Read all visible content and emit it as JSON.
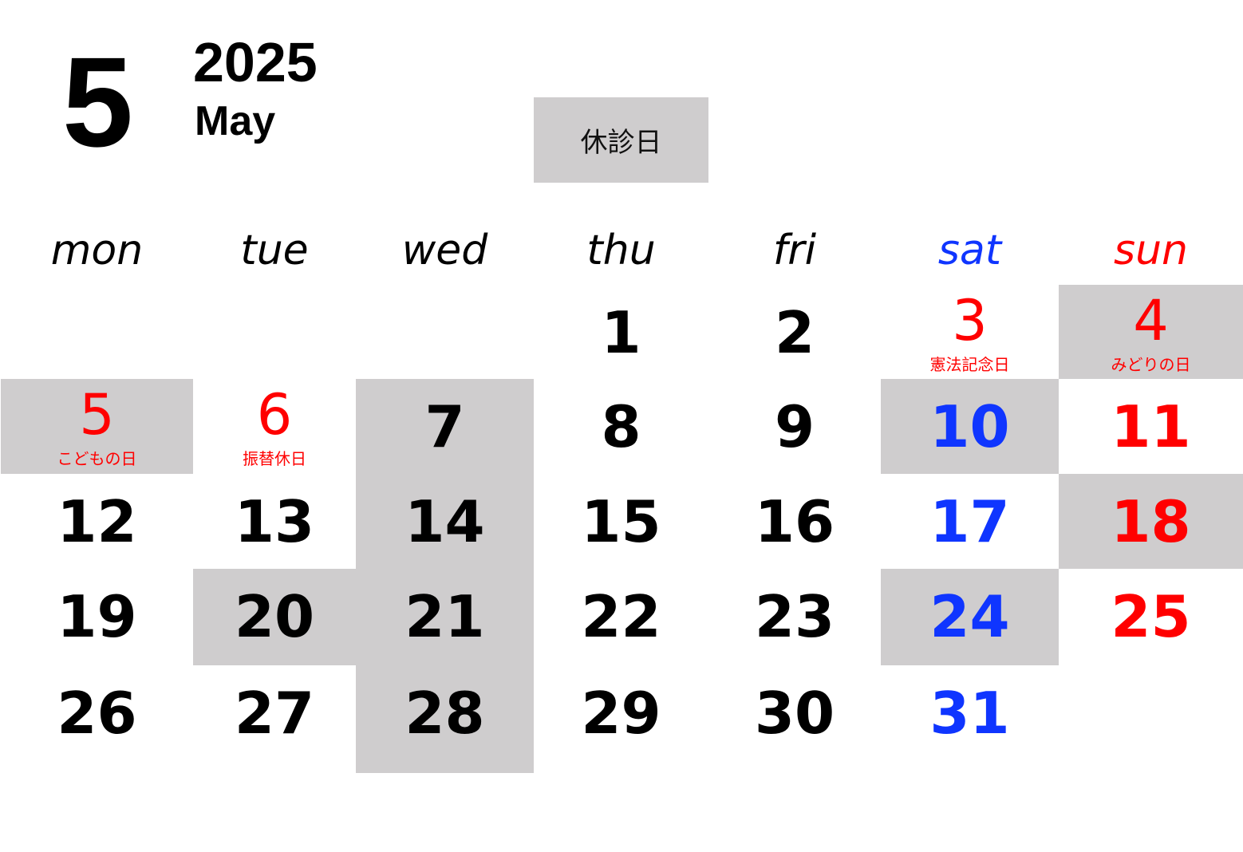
{
  "header": {
    "month_number": "5",
    "year": "2025",
    "month_name": "May",
    "legend_label": "休診日"
  },
  "colors": {
    "weekday": "#000000",
    "saturday": "#0f35ff",
    "sunday_holiday": "#ff0000",
    "closed_background": "#cfcdce"
  },
  "weekdays": [
    {
      "label": "mon",
      "tone": "weekday"
    },
    {
      "label": "tue",
      "tone": "weekday"
    },
    {
      "label": "wed",
      "tone": "weekday"
    },
    {
      "label": "thu",
      "tone": "weekday"
    },
    {
      "label": "fri",
      "tone": "weekday"
    },
    {
      "label": "sat",
      "tone": "saturday"
    },
    {
      "label": "sun",
      "tone": "sunday_holiday"
    }
  ],
  "days": [
    {
      "day": "1",
      "week": 0,
      "dow": 3,
      "tone": "weekday",
      "closed": false,
      "holiday": ""
    },
    {
      "day": "2",
      "week": 0,
      "dow": 4,
      "tone": "weekday",
      "closed": false,
      "holiday": ""
    },
    {
      "day": "3",
      "week": 0,
      "dow": 5,
      "tone": "sunday_holiday",
      "closed": false,
      "holiday": "憲法記念日"
    },
    {
      "day": "4",
      "week": 0,
      "dow": 6,
      "tone": "sunday_holiday",
      "closed": true,
      "holiday": "みどりの日"
    },
    {
      "day": "5",
      "week": 1,
      "dow": 0,
      "tone": "sunday_holiday",
      "closed": true,
      "holiday": "こどもの日"
    },
    {
      "day": "6",
      "week": 1,
      "dow": 1,
      "tone": "sunday_holiday",
      "closed": false,
      "holiday": "振替休日"
    },
    {
      "day": "7",
      "week": 1,
      "dow": 2,
      "tone": "weekday",
      "closed": true,
      "holiday": ""
    },
    {
      "day": "8",
      "week": 1,
      "dow": 3,
      "tone": "weekday",
      "closed": false,
      "holiday": ""
    },
    {
      "day": "9",
      "week": 1,
      "dow": 4,
      "tone": "weekday",
      "closed": false,
      "holiday": ""
    },
    {
      "day": "10",
      "week": 1,
      "dow": 5,
      "tone": "saturday",
      "closed": true,
      "holiday": ""
    },
    {
      "day": "11",
      "week": 1,
      "dow": 6,
      "tone": "sunday_holiday",
      "closed": false,
      "holiday": ""
    },
    {
      "day": "12",
      "week": 2,
      "dow": 0,
      "tone": "weekday",
      "closed": false,
      "holiday": ""
    },
    {
      "day": "13",
      "week": 2,
      "dow": 1,
      "tone": "weekday",
      "closed": false,
      "holiday": ""
    },
    {
      "day": "14",
      "week": 2,
      "dow": 2,
      "tone": "weekday",
      "closed": true,
      "holiday": ""
    },
    {
      "day": "15",
      "week": 2,
      "dow": 3,
      "tone": "weekday",
      "closed": false,
      "holiday": ""
    },
    {
      "day": "16",
      "week": 2,
      "dow": 4,
      "tone": "weekday",
      "closed": false,
      "holiday": ""
    },
    {
      "day": "17",
      "week": 2,
      "dow": 5,
      "tone": "saturday",
      "closed": false,
      "holiday": ""
    },
    {
      "day": "18",
      "week": 2,
      "dow": 6,
      "tone": "sunday_holiday",
      "closed": true,
      "holiday": ""
    },
    {
      "day": "19",
      "week": 3,
      "dow": 0,
      "tone": "weekday",
      "closed": false,
      "holiday": ""
    },
    {
      "day": "20",
      "week": 3,
      "dow": 1,
      "tone": "weekday",
      "closed": true,
      "holiday": ""
    },
    {
      "day": "21",
      "week": 3,
      "dow": 2,
      "tone": "weekday",
      "closed": true,
      "holiday": ""
    },
    {
      "day": "22",
      "week": 3,
      "dow": 3,
      "tone": "weekday",
      "closed": false,
      "holiday": ""
    },
    {
      "day": "23",
      "week": 3,
      "dow": 4,
      "tone": "weekday",
      "closed": false,
      "holiday": ""
    },
    {
      "day": "24",
      "week": 3,
      "dow": 5,
      "tone": "saturday",
      "closed": true,
      "holiday": ""
    },
    {
      "day": "25",
      "week": 3,
      "dow": 6,
      "tone": "sunday_holiday",
      "closed": false,
      "holiday": ""
    },
    {
      "day": "26",
      "week": 4,
      "dow": 0,
      "tone": "weekday",
      "closed": false,
      "holiday": ""
    },
    {
      "day": "27",
      "week": 4,
      "dow": 1,
      "tone": "weekday",
      "closed": false,
      "holiday": ""
    },
    {
      "day": "28",
      "week": 4,
      "dow": 2,
      "tone": "weekday",
      "closed": true,
      "holiday": ""
    },
    {
      "day": "29",
      "week": 4,
      "dow": 3,
      "tone": "weekday",
      "closed": false,
      "holiday": ""
    },
    {
      "day": "30",
      "week": 4,
      "dow": 4,
      "tone": "weekday",
      "closed": false,
      "holiday": ""
    },
    {
      "day": "31",
      "week": 4,
      "dow": 5,
      "tone": "saturday",
      "closed": false,
      "holiday": ""
    }
  ]
}
